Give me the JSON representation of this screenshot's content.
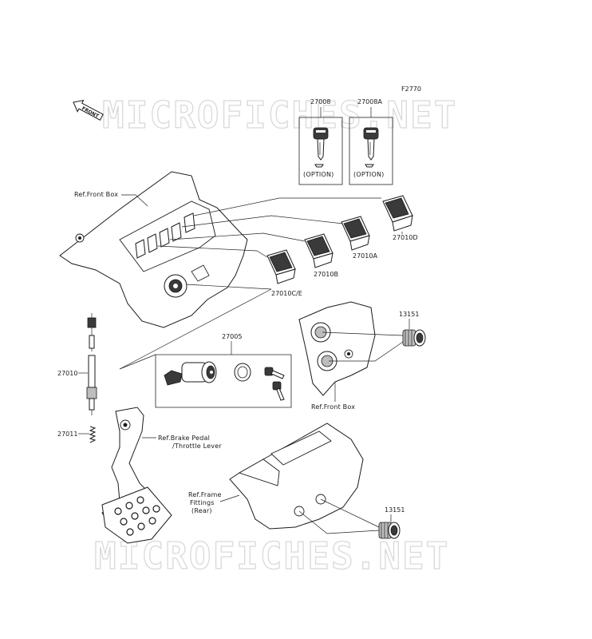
{
  "figure_code": "F2770",
  "watermark": "MICROFICHES.NET",
  "front_arrow_label": "FRONT",
  "option_label": "(OPTION)",
  "part_numbers": {
    "key_a": "27008",
    "key_b": "27008A",
    "switch_d": "27010D",
    "switch_a": "27010A",
    "switch_b": "27010B",
    "switch_ce": "27010C/E",
    "socket_upper": "13151",
    "socket_lower": "13151",
    "ignition_kit": "27005",
    "brake_switch": "27010",
    "spring": "27011"
  },
  "references": {
    "front_box_top": "Ref.Front Box",
    "front_box_lower": "Ref.Front Box",
    "brake_pedal_line1": "Ref.Brake Pedal",
    "brake_pedal_line2": "/Throttle Lever",
    "frame_line1": "Ref.Frame",
    "frame_line2": "Fittings",
    "frame_line3": "(Rear)"
  }
}
